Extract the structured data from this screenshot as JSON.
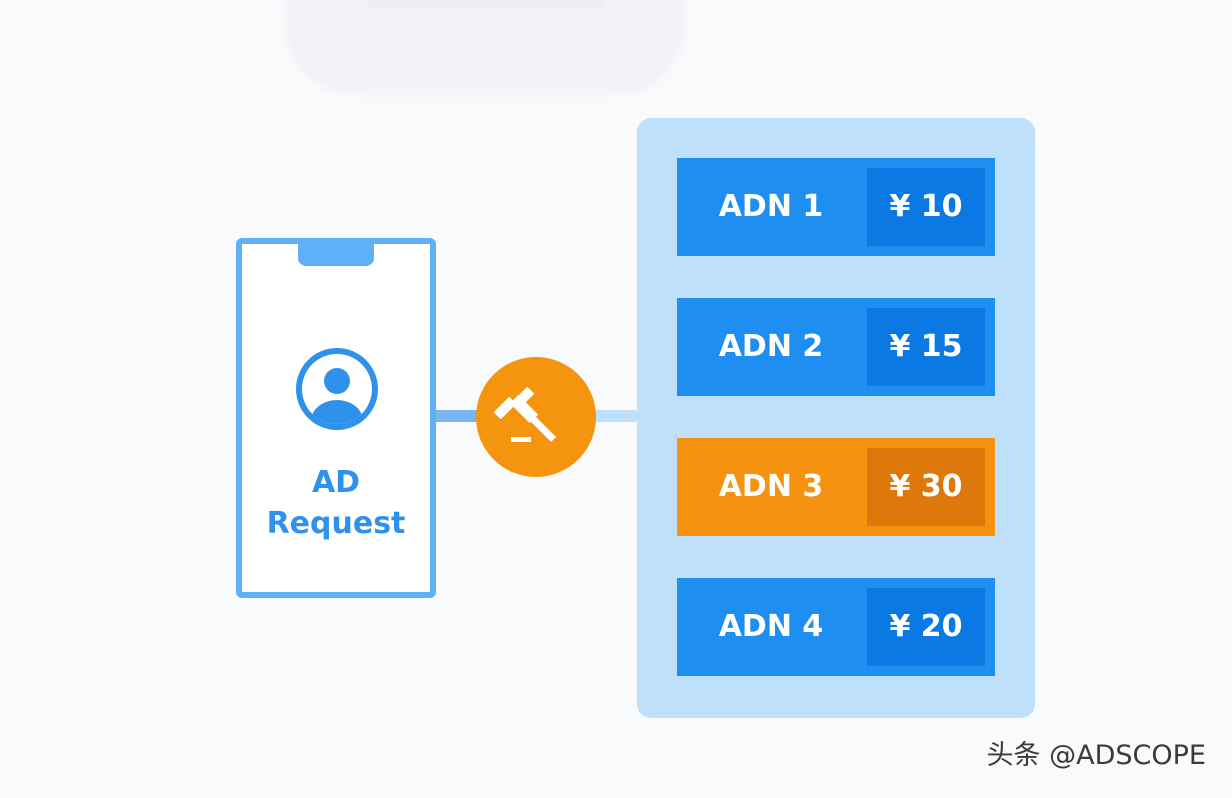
{
  "request": {
    "line1": "AD",
    "line2": "Request"
  },
  "networks": [
    {
      "name": "ADN 1",
      "price": "¥ 10",
      "winner": false
    },
    {
      "name": "ADN 2",
      "price": "¥ 15",
      "winner": false
    },
    {
      "name": "ADN 3",
      "price": "¥ 30",
      "winner": true
    },
    {
      "name": "ADN 4",
      "price": "¥ 20",
      "winner": false
    }
  ],
  "icons": {
    "avatar": "user-avatar-icon",
    "auction": "gavel-icon"
  },
  "colors": {
    "primary_blue": "#1e8ff0",
    "price_blue": "#0a79e4",
    "winner_orange": "#f5920f",
    "panel_bg": "#bee0fb",
    "phone_outline": "#5fb0f6"
  },
  "watermark": "头条 @ADSCOPE"
}
